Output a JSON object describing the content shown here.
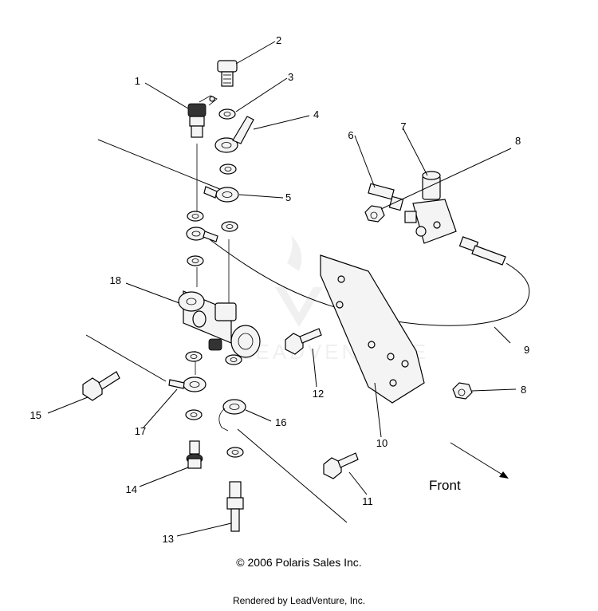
{
  "callouts": [
    {
      "id": "1",
      "label": "1"
    },
    {
      "id": "2",
      "label": "2"
    },
    {
      "id": "3",
      "label": "3"
    },
    {
      "id": "4",
      "label": "4"
    },
    {
      "id": "5",
      "label": "5"
    },
    {
      "id": "6",
      "label": "6"
    },
    {
      "id": "7",
      "label": "7"
    },
    {
      "id": "8a",
      "label": "8"
    },
    {
      "id": "8b",
      "label": "8"
    },
    {
      "id": "9",
      "label": "9"
    },
    {
      "id": "10",
      "label": "10"
    },
    {
      "id": "11",
      "label": "11"
    },
    {
      "id": "12",
      "label": "12"
    },
    {
      "id": "13",
      "label": "13"
    },
    {
      "id": "14",
      "label": "14"
    },
    {
      "id": "15",
      "label": "15"
    },
    {
      "id": "16",
      "label": "16"
    },
    {
      "id": "17",
      "label": "17"
    },
    {
      "id": "18",
      "label": "18"
    }
  ],
  "direction_label": "Front",
  "watermark": "LEADVENTURE",
  "copyright": "© 2006 Polaris Sales Inc.",
  "footer": "Rendered by LeadVenture, Inc."
}
